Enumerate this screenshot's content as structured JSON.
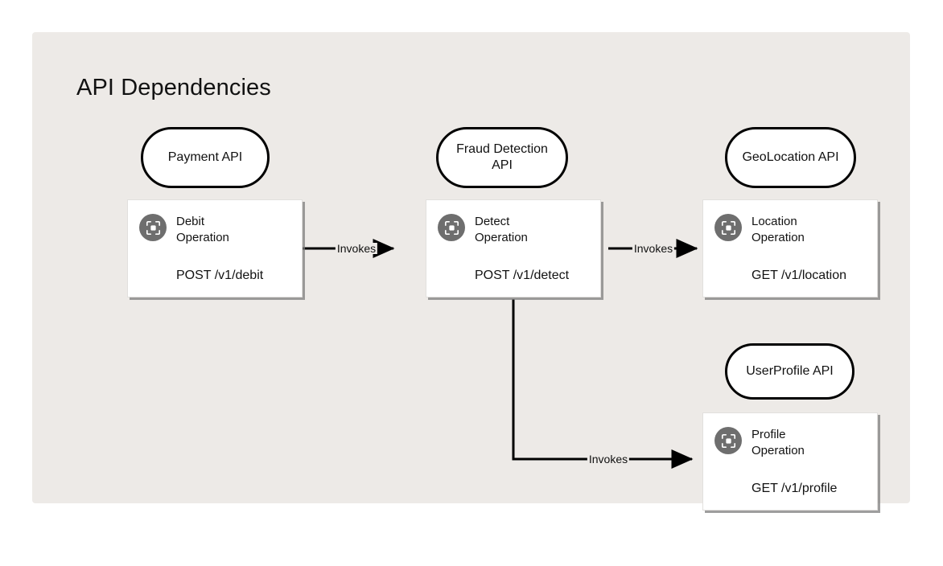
{
  "panel": {
    "title": "API Dependencies",
    "background_color": "#edeae7",
    "page_background": "#ffffff"
  },
  "colors": {
    "pill_border": "#000000",
    "card_background": "#ffffff",
    "icon_circle": "#6e6e6e",
    "edge_stroke": "#000000",
    "text": "#121212"
  },
  "nodes": [
    {
      "id": "payment",
      "api_label": "Payment API",
      "icon": "scan-operation-icon",
      "operation_name": "Debit\nOperation",
      "method_path": "POST /v1/debit"
    },
    {
      "id": "fraud",
      "api_label": "Fraud Detection\nAPI",
      "icon": "scan-operation-icon",
      "operation_name": "Detect\nOperation",
      "method_path": "POST /v1/detect"
    },
    {
      "id": "geolocation",
      "api_label": "GeoLocation API",
      "icon": "scan-operation-icon",
      "operation_name": "Location\nOperation",
      "method_path": "GET /v1/location"
    },
    {
      "id": "userprofile",
      "api_label": "UserProfile API",
      "icon": "scan-operation-icon",
      "operation_name": "Profile\nOperation",
      "method_path": "GET /v1/profile"
    }
  ],
  "edges": [
    {
      "id": "payment-to-fraud",
      "label": "Invokes",
      "from": "payment",
      "to": "fraud"
    },
    {
      "id": "fraud-to-geolocation",
      "label": "Invokes",
      "from": "fraud",
      "to": "geolocation"
    },
    {
      "id": "fraud-to-userprofile",
      "label": "Invokes",
      "from": "fraud",
      "to": "userprofile"
    }
  ]
}
